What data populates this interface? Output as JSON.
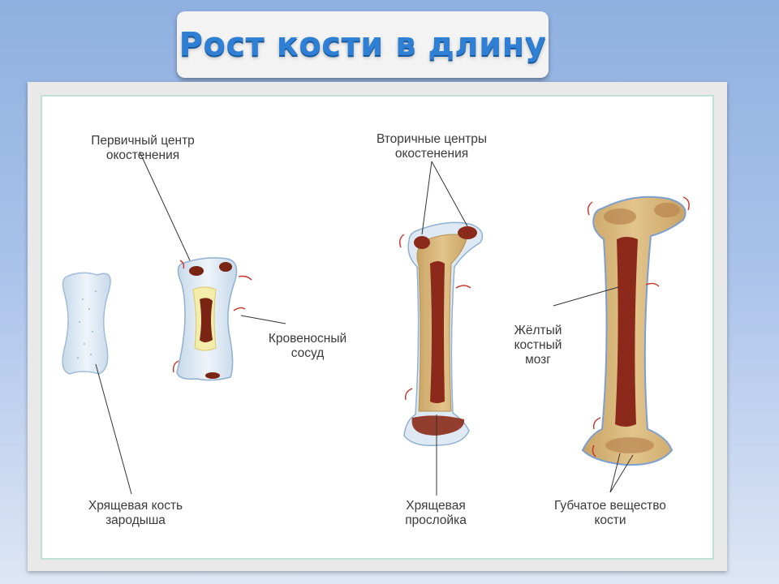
{
  "title": "Рост кости в длину",
  "labels": {
    "primary_center": [
      "Первичный центр",
      "окостенения"
    ],
    "secondary_centers": [
      "Вторичные центры",
      "окостенения"
    ],
    "blood_vessel": [
      "Кровеносный",
      "сосуд"
    ],
    "yellow_marrow": [
      "Жёлтый",
      "костный",
      "мозг"
    ],
    "cartilage_bone": [
      "Хрящевая кость",
      "зародыша"
    ],
    "cartilage_layer": [
      "Хрящевая",
      "прослойка"
    ],
    "spongy_substance": [
      "Губчатое вещество",
      "кости"
    ]
  },
  "colors": {
    "cartilage": "#dfe9f3",
    "bone": "#d8b77a",
    "marrow": "#8b2a1a",
    "vessel": "#c8322a",
    "leader": "#333333"
  }
}
